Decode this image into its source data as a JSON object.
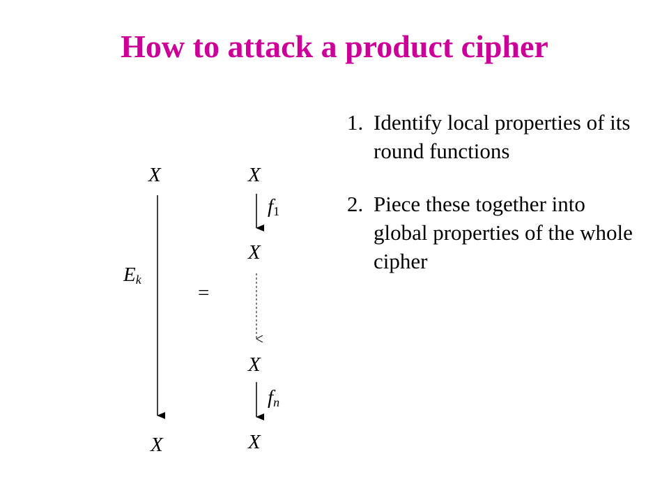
{
  "title": "How to attack a product cipher",
  "steps": [
    {
      "number": "1.",
      "text": "Identify local properties of its round functions"
    },
    {
      "number": "2.",
      "text": "Piece these together into global properties of the whole cipher"
    }
  ],
  "diagram": {
    "left_top": "X",
    "left_bottom": "X",
    "left_label": "E",
    "left_label_sub": "k",
    "equals": "=",
    "right_nodes": [
      "X",
      "X",
      "X",
      "X"
    ],
    "f1_label": "f",
    "f1_sub": "1",
    "fn_label": "f",
    "fn_sub": "n"
  },
  "colors": {
    "title": "#CC0099",
    "text": "#000000"
  }
}
